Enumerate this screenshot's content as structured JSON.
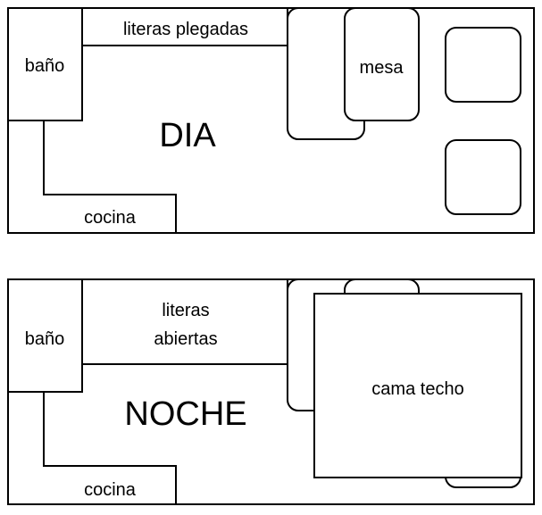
{
  "day_plan": {
    "bathroom_label": "baño",
    "bunks_label": "literas plegadas",
    "table_label": "mesa",
    "mode_label": "DIA",
    "kitchen_label": "cocina"
  },
  "night_plan": {
    "bathroom_label": "baño",
    "bunks_label_line1": "literas",
    "bunks_label_line2": "abiertas",
    "mode_label": "NOCHE",
    "kitchen_label": "cocina",
    "roof_bed_label": "cama techo"
  }
}
